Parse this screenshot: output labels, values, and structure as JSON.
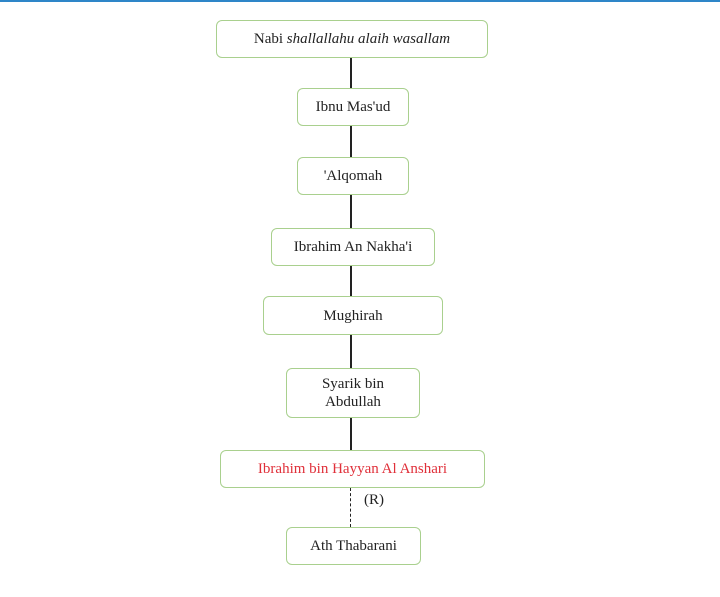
{
  "nodes": [
    {
      "plain": "Nabi",
      "italic": "shallallahu alaih wasallam"
    },
    {
      "label": "Ibnu Mas'ud"
    },
    {
      "label": "'Alqomah"
    },
    {
      "label": "Ibrahim An Nakha'i"
    },
    {
      "label": "Mughirah"
    },
    {
      "label": "Syarik bin Abdullah"
    },
    {
      "label": "Ibrahim bin Hayyan Al Anshari"
    },
    {
      "label": "Ath Thabarani"
    }
  ],
  "edge_label": "(R)",
  "colors": {
    "highlight": "#e0303a",
    "border": "#a9d08e",
    "topbar": "#2e86c8"
  }
}
